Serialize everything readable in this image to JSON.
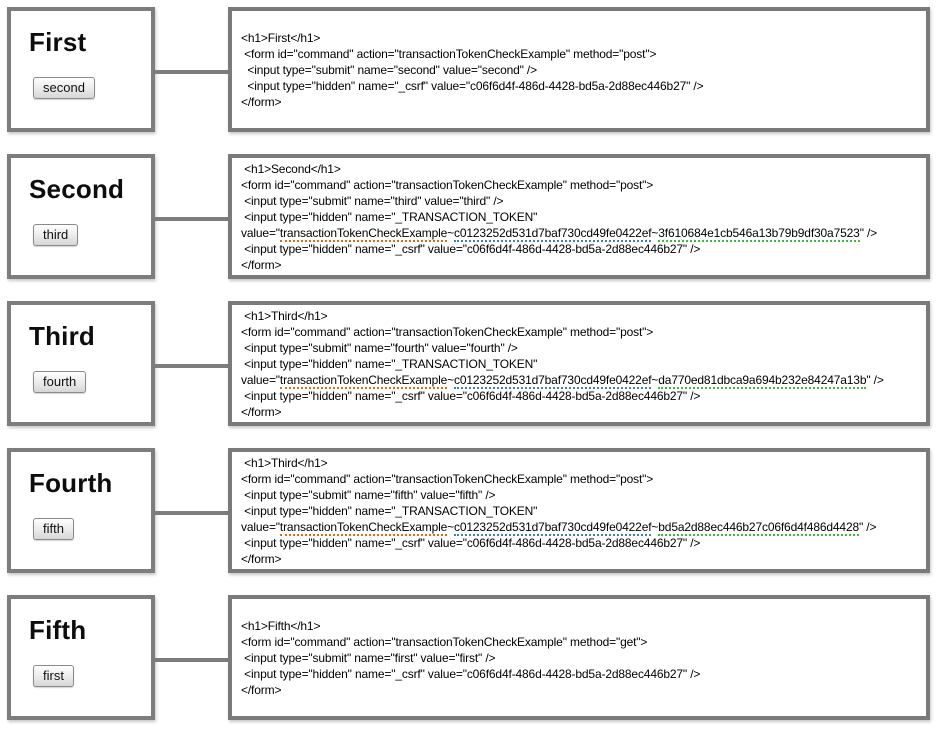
{
  "colors": {
    "box_border": "#7d7d7d",
    "underline": {
      "orange": "#e8690b",
      "blue": "#3e7fc1",
      "green": "#3dbb3d"
    }
  },
  "rows": [
    {
      "page": {
        "title": "First",
        "button_label": "second"
      },
      "code_lines": [
        [
          {
            "t": "<h1>First</h1>"
          }
        ],
        [
          {
            "t": " <form id=\"command\" action=\"transactionTokenCheckExample\" method=\"post\">"
          }
        ],
        [
          {
            "t": "  <input type=\"submit\" name=\"second\" value=\"second\" />"
          }
        ],
        [
          {
            "t": "  <input type=\"hidden\" name=\"_csrf\" value=\"c06f6d4f-486d-4428-bd5a-2d88ec446b27\" />"
          }
        ],
        [
          {
            "t": "</form>"
          }
        ]
      ]
    },
    {
      "page": {
        "title": "Second",
        "button_label": "third"
      },
      "code_lines": [
        [
          {
            "t": " <h1>Second</h1>"
          }
        ],
        [
          {
            "t": "<form id=\"command\" action=\"transactionTokenCheckExample\" method=\"post\">"
          }
        ],
        [
          {
            "t": " <input type=\"submit\" name=\"third\" value=\"third\" />"
          }
        ],
        [
          {
            "t": " <input type=\"hidden\" name=\"_TRANSACTION_TOKEN\""
          }
        ],
        [
          {
            "t": "value=\""
          },
          {
            "t": "transactionTokenCheckExample",
            "u": "orange"
          },
          {
            "t": "~"
          },
          {
            "t": "c0123252d531d7baf730cd49fe0422ef",
            "u": "blue"
          },
          {
            "t": "~"
          },
          {
            "t": "3f610684e1cb546a13b79b9df30a7523",
            "u": "green"
          },
          {
            "t": "\" />"
          }
        ],
        [
          {
            "t": " <input type=\"hidden\" name=\"_csrf\" value=\"c06f6d4f-486d-4428-bd5a-2d88ec446b27\" />"
          }
        ],
        [
          {
            "t": "</form>"
          }
        ]
      ]
    },
    {
      "page": {
        "title": "Third",
        "button_label": "fourth"
      },
      "code_lines": [
        [
          {
            "t": " <h1>Third</h1>"
          }
        ],
        [
          {
            "t": "<form id=\"command\" action=\"transactionTokenCheckExample\" method=\"post\">"
          }
        ],
        [
          {
            "t": " <input type=\"submit\" name=\"fourth\" value=\"fourth\" />"
          }
        ],
        [
          {
            "t": " <input type=\"hidden\" name=\"_TRANSACTION_TOKEN\""
          }
        ],
        [
          {
            "t": "value=\""
          },
          {
            "t": "transactionTokenCheckExample",
            "u": "orange"
          },
          {
            "t": "~"
          },
          {
            "t": "c0123252d531d7baf730cd49fe0422ef",
            "u": "blue"
          },
          {
            "t": "~"
          },
          {
            "t": "da770ed81dbca9a694b232e84247a13b",
            "u": "green"
          },
          {
            "t": "\" />"
          }
        ],
        [
          {
            "t": " <input type=\"hidden\" name=\"_csrf\" value=\"c06f6d4f-486d-4428-bd5a-2d88ec446b27\" />"
          }
        ],
        [
          {
            "t": "</form>"
          }
        ]
      ]
    },
    {
      "page": {
        "title": "Fourth",
        "button_label": "fifth"
      },
      "code_lines": [
        [
          {
            "t": " <h1>Third</h1>"
          }
        ],
        [
          {
            "t": "<form id=\"command\" action=\"transactionTokenCheckExample\" method=\"post\">"
          }
        ],
        [
          {
            "t": " <input type=\"submit\" name=\"fifth\" value=\"fifth\" />"
          }
        ],
        [
          {
            "t": " <input type=\"hidden\" name=\"_TRANSACTION_TOKEN\""
          }
        ],
        [
          {
            "t": "value=\""
          },
          {
            "t": "transactionTokenCheckExample",
            "u": "orange"
          },
          {
            "t": "~"
          },
          {
            "t": "c0123252d531d7baf730cd49fe0422ef",
            "u": "blue"
          },
          {
            "t": "~"
          },
          {
            "t": "bd5a2d88ec446b27c06f6d4f486d4428",
            "u": "green"
          },
          {
            "t": "\" />"
          }
        ],
        [
          {
            "t": " <input type=\"hidden\" name=\"_csrf\" value=\"c06f6d4f-486d-4428-bd5a-2d88ec446b27\" />"
          }
        ],
        [
          {
            "t": "</form>"
          }
        ]
      ]
    },
    {
      "page": {
        "title": "Fifth",
        "button_label": "first"
      },
      "code_lines": [
        [
          {
            "t": "<h1>Fifth</h1>"
          }
        ],
        [
          {
            "t": "<form id=\"command\" action=\"transactionTokenCheckExample\" method=\"get\">"
          }
        ],
        [
          {
            "t": " <input type=\"submit\" name=\"first\" value=\"first\" />"
          }
        ],
        [
          {
            "t": " <input type=\"hidden\" name=\"_csrf\" value=\"c06f6d4f-486d-4428-bd5a-2d88ec446b27\" />"
          }
        ],
        [
          {
            "t": "</form>"
          }
        ]
      ]
    }
  ]
}
